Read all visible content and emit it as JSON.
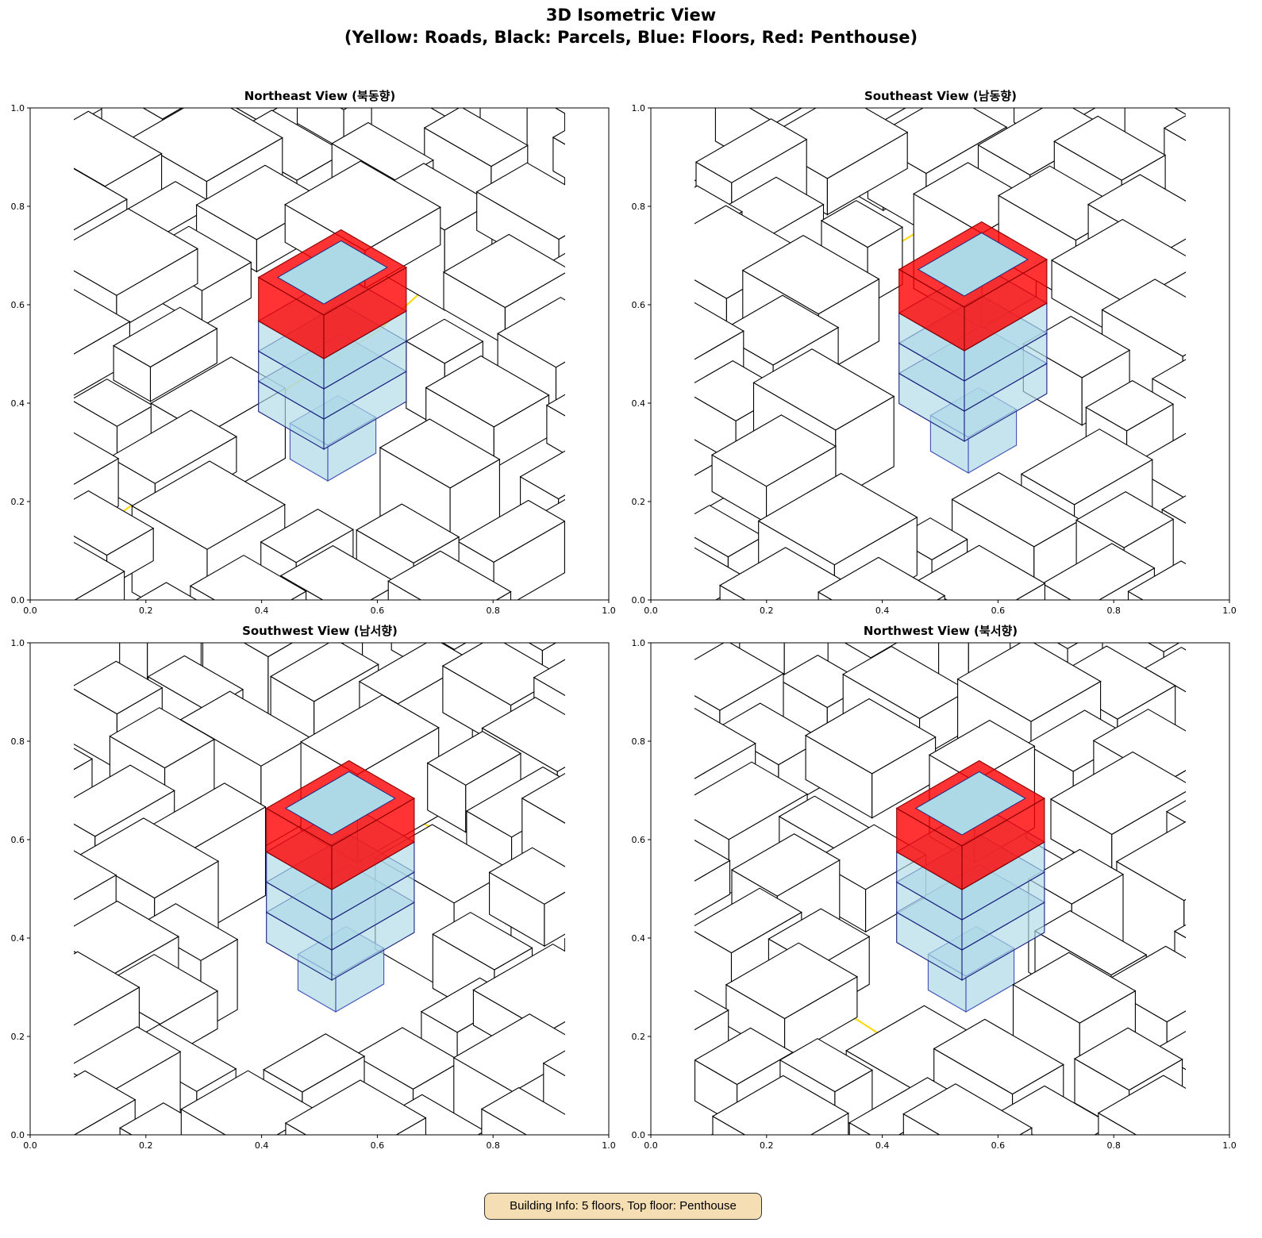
{
  "figure": {
    "title_line1": "3D Isometric View",
    "title_line2": "(Yellow: Roads, Black: Parcels, Blue: Floors, Red: Penthouse)",
    "info_box": "Building Info: 5 floors, Top floor: Penthouse"
  },
  "chart_data": {
    "type": "other",
    "description_kind": "isometric 3D building views",
    "xlim": [
      0,
      1
    ],
    "ylim": [
      0,
      1
    ],
    "x_ticks": [
      "0.0",
      "0.2",
      "0.4",
      "0.6",
      "0.8",
      "1.0"
    ],
    "y_ticks": [
      "0.0",
      "0.2",
      "0.4",
      "0.6",
      "0.8",
      "1.0"
    ],
    "floors": 5,
    "top_floor": "Penthouse",
    "colors": {
      "roads": "#ffd700",
      "parcels": "#000000",
      "floors": "#add8e6",
      "floor_edges": "#1a237e",
      "penthouse": "#ff0000"
    },
    "views": [
      {
        "title": "Northeast View (북동향)"
      },
      {
        "title": "Southeast View (남동향)"
      },
      {
        "title": "Southwest View (남서향)"
      },
      {
        "title": "Northwest View (북서향)"
      }
    ]
  }
}
